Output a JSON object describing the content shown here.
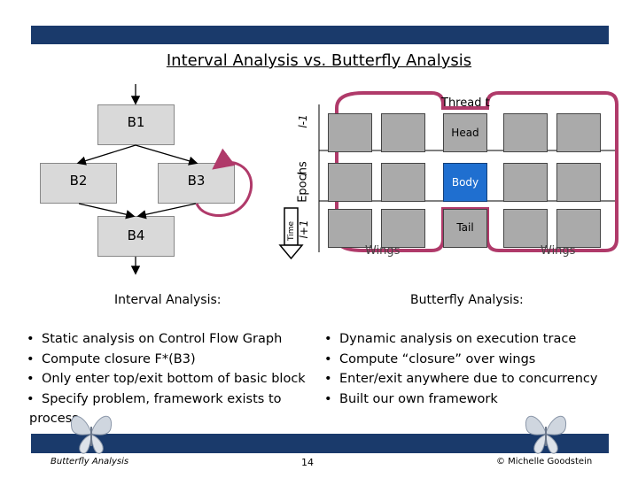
{
  "title": "Interval Analysis vs. Butterfly Analysis",
  "cfg": {
    "blocks": [
      "B1",
      "B2",
      "B3",
      "B4"
    ]
  },
  "epochs": {
    "label": "Epochs",
    "rows": [
      "l-1",
      "l",
      "l+1"
    ],
    "time_label": "Time"
  },
  "thread_label": "Thread t",
  "butterfly": {
    "head": "Head",
    "body": "Body",
    "tail": "Tail",
    "wings_left": "Wings",
    "wings_right": "Wings"
  },
  "interval": {
    "heading": "Interval Analysis:",
    "bullets": [
      "Static analysis on Control Flow Graph",
      "Compute closure F*(B3)",
      "Only enter top/exit bottom of basic block",
      "Specify problem, framework exists to"
    ],
    "continuation": "process"
  },
  "butterfly_analysis": {
    "heading": "Butterfly Analysis:",
    "bullets": [
      "Dynamic analysis on execution trace",
      "Compute “closure” over wings",
      "Enter/exit anywhere due to concurrency",
      "Built our own framework"
    ]
  },
  "footer": {
    "left": "Butterfly Analysis",
    "page": "14",
    "right": "© Michelle Goodstein"
  },
  "colors": {
    "bar": "#1a3a6b",
    "wing_outline": "#b03a6a",
    "body_tab": "#1f6fd0"
  },
  "bullet_glyph": "•"
}
